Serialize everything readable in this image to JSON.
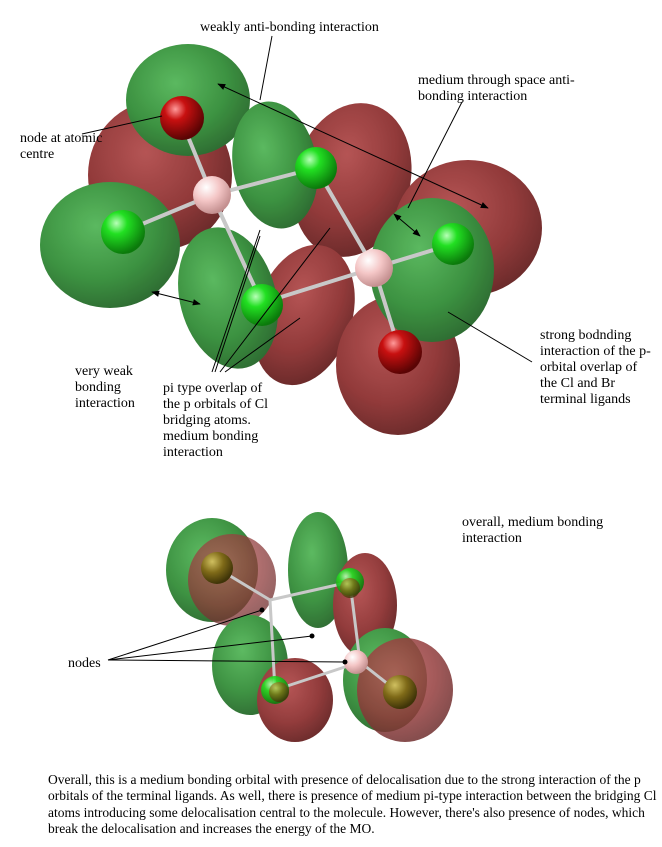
{
  "labels": {
    "weakly_antibonding": "weakly anti-bonding interaction",
    "medium_through_space": "medium through space anti-\nbonding interaction",
    "node_at_centre": "node at atomic\ncentre",
    "very_weak_bonding": "very weak\nbonding\ninteraction",
    "pi_overlap": "pi type overlap of\nthe p orbitals of Cl\nbridging atoms.\nmedium bonding\ninteraction",
    "strong_bonding": "strong bodnding\ninteraction of the p-\norbital overlap of\nthe Cl and Br\nterminal ligands",
    "overall_medium": "overall, medium bonding\ninteraction",
    "nodes": "nodes"
  },
  "caption": "Overall, this is a medium bonding orbital with presence of delocalisation due to the strong interaction of the p orbitals of the terminal ligands. As well, there is  presence of medium pi-type interaction between the bridging Cl atoms introducing some delocalisation central to the molecule. However, there's also presence of nodes, which break the delocalisation and increases the energy of the MO.",
  "colors": {
    "green_lobe": "#2f8a34",
    "red_lobe": "#8a2a2a",
    "cl_atom": "#19d419",
    "br_atom": "#a50d0d",
    "al_atom": "#f5c8c8",
    "bond": "#c8c8c8"
  }
}
